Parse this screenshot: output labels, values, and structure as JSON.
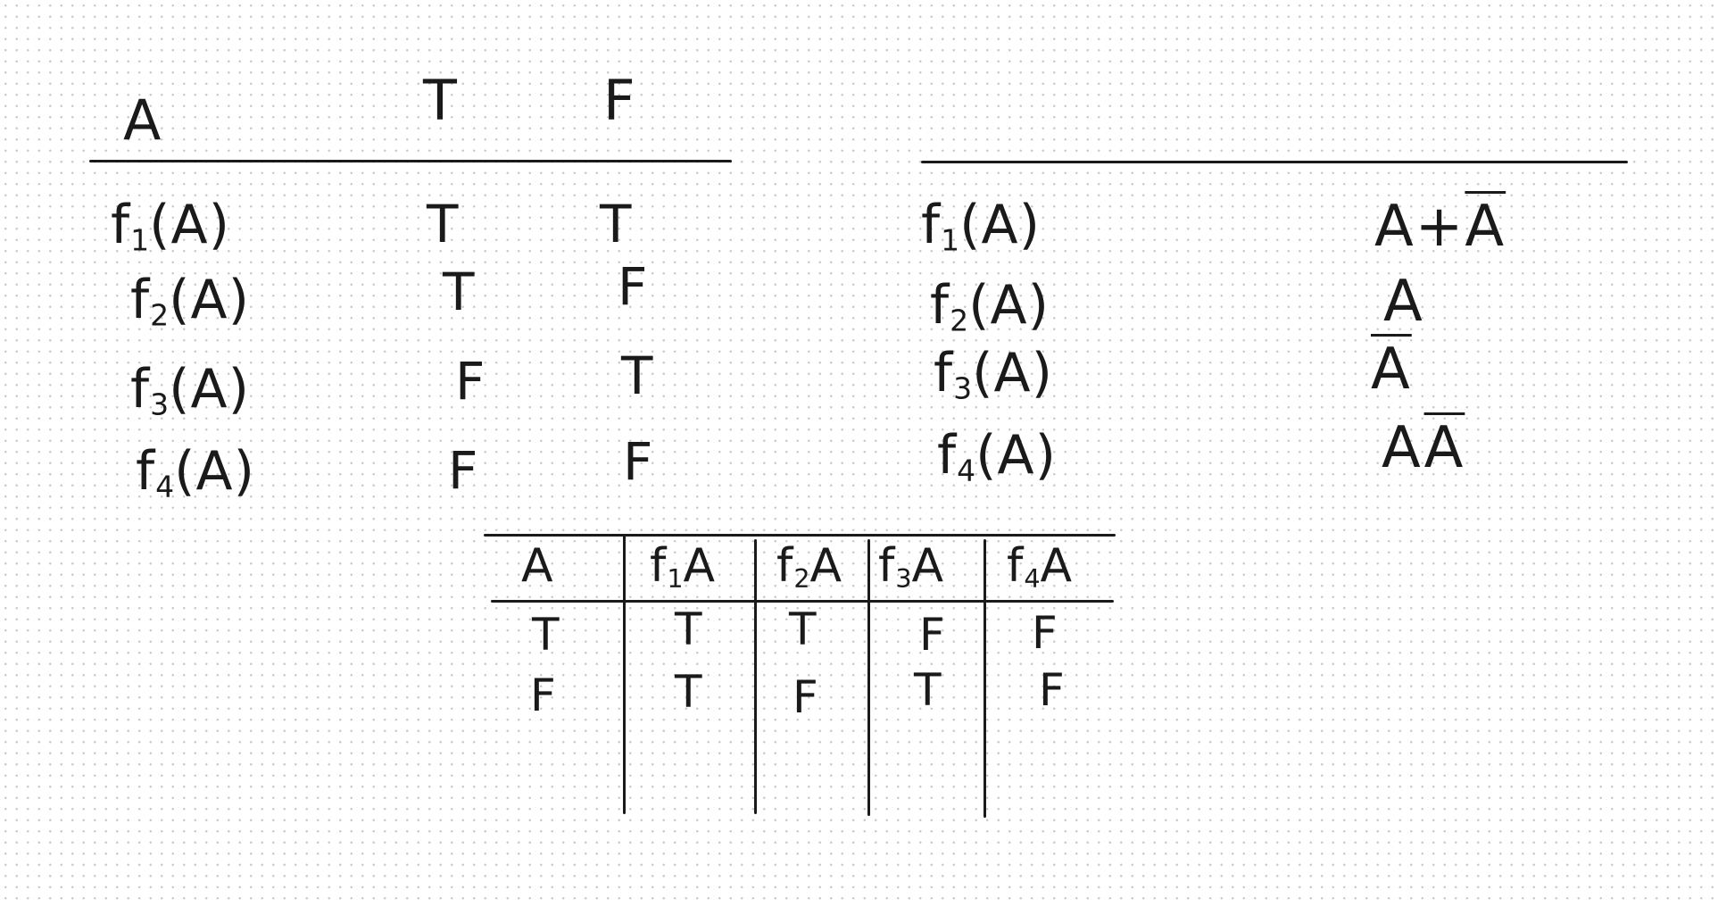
{
  "left_table": {
    "header": {
      "var": "A",
      "col_t": "T",
      "col_f": "F"
    },
    "rows": [
      {
        "fn": "f",
        "idx": "1",
        "arg": "(A)",
        "on_t": "T",
        "on_f": "T"
      },
      {
        "fn": "f",
        "idx": "2",
        "arg": "(A)",
        "on_t": "T",
        "on_f": "F"
      },
      {
        "fn": "f",
        "idx": "3",
        "arg": "(A)",
        "on_t": "F",
        "on_f": "T"
      },
      {
        "fn": "f",
        "idx": "4",
        "arg": "(A)",
        "on_t": "F",
        "on_f": "F"
      }
    ]
  },
  "right_table": {
    "rows": [
      {
        "fn": "f",
        "idx": "1",
        "arg": "(A)",
        "expr_plain": "A+",
        "expr_bar": "A"
      },
      {
        "fn": "f",
        "idx": "2",
        "arg": "(A)",
        "expr_plain": "A",
        "expr_bar": ""
      },
      {
        "fn": "f",
        "idx": "3",
        "arg": "(A)",
        "expr_plain": "",
        "expr_bar": "A"
      },
      {
        "fn": "f",
        "idx": "4",
        "arg": "(A)",
        "expr_plain": "A",
        "expr_bar": "A"
      }
    ]
  },
  "bottom_table": {
    "headers": [
      {
        "fn": "",
        "idx": "",
        "arg": "A"
      },
      {
        "fn": "f",
        "idx": "1",
        "arg": "A"
      },
      {
        "fn": "f",
        "idx": "2",
        "arg": "A"
      },
      {
        "fn": "f",
        "idx": "3",
        "arg": "A"
      },
      {
        "fn": "f",
        "idx": "4",
        "arg": "A"
      }
    ],
    "rows": [
      [
        "T",
        "T",
        "T",
        "F",
        "F"
      ],
      [
        "F",
        "T",
        "F",
        "T",
        "F"
      ]
    ]
  }
}
